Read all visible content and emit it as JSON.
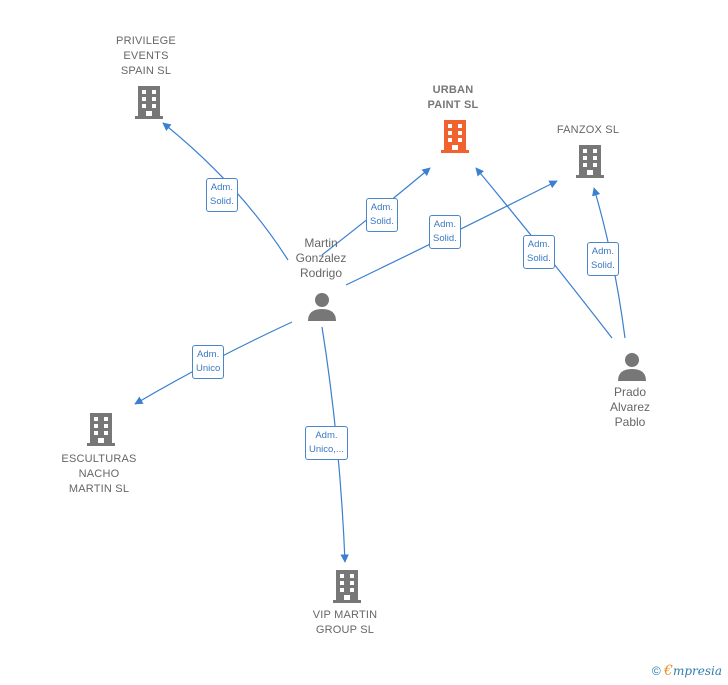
{
  "companies": {
    "privilege": "PRIVILEGE\nEVENTS\nSPAIN SL",
    "urban": "URBAN\nPAINT  SL",
    "fanzox": "FANZOX  SL",
    "esculturas": "ESCULTURAS\nNACHO\nMARTIN  SL",
    "vip": "VIP MARTIN\nGROUP  SL"
  },
  "persons": {
    "martin": "Martin\nGonzalez\nRodrigo",
    "prado": "Prado\nAlvarez\nPablo"
  },
  "edges": {
    "martin_privilege": "Adm.\nSolid.",
    "martin_urban": "Adm.\nSolid.",
    "martin_fanzox": "Adm.\nSolid.",
    "prado_urban": "Adm.\nSolid.",
    "prado_fanzox": "Adm.\nSolid.",
    "martin_esculturas": "Adm.\nUnico",
    "martin_vip": "Adm.\nUnico,..."
  },
  "brand": {
    "copyright": "©",
    "e": "€",
    "rest": "mpresia"
  },
  "colors": {
    "edge": "#3a7fd0",
    "company": "#777777",
    "company_highlight": "#f0622e",
    "person": "#777777"
  }
}
